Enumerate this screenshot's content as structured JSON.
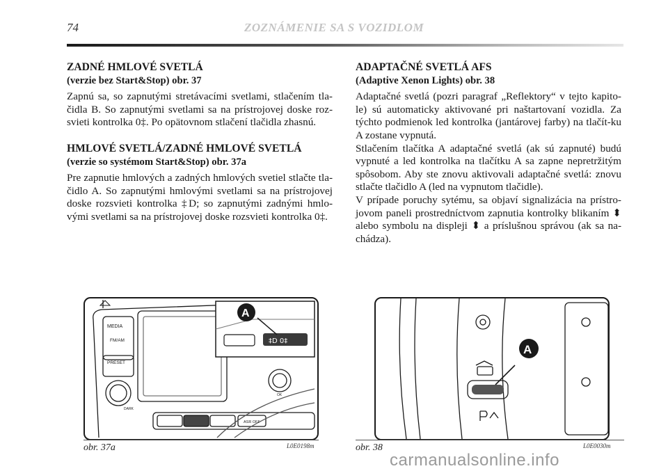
{
  "header": {
    "page_number": "74",
    "running_title": "ZOZNÁMENIE SA S VOZIDLOM"
  },
  "left": {
    "s1_title": "ZADNÉ HMLOVÉ SVETLÁ",
    "s1_sub": "(verzie bez Start&Stop) obr. 37",
    "s1_text": "Zapnú sa, so zapnutými stretávacími svetlami, stlačením tla-čidla B. So zapnutými svetlami sa na prístrojovej doske roz-svieti kontrolka 0‡. Po opätovnom stlačení tlačidla zhasnú.",
    "s2_title": "HMLOVÉ SVETLÁ/ZADNÉ HMLOVÉ SVETLÁ",
    "s2_sub": "(verzie so systémom Start&Stop) obr. 37a",
    "s2_text": "Pre zapnutie hmlových a zadných hmlových svetiel stlačte tla-čidlo A. So zapnutými hmlovými svetlami sa na prístrojovej doske rozsvieti kontrolka ‡D; so zapnutými zadnými hmlo-vými svetlami sa na prístrojovej doske rozsvieti kontrolka 0‡."
  },
  "right": {
    "title": "ADAPTAČNÉ SVETLÁ AFS",
    "sub": "(Adaptive Xenon Lights) obr. 38",
    "p1": "Adaptačné svetlá (pozri paragraf „Reflektory“ v tejto kapito-le) sú automaticky aktivované pri naštartovaní vozidla. Za týchto podmienok led kontrolka (jantárovej farby) na tlačít-ku A zostane vypnutá.",
    "p2": "Stlačením tlačítka A adaptačné svetlá (ak sú zapnuté) budú vypnuté a led kontrolka na tlačítku A sa zapne nepretržitým spôsobom. Aby ste znovu aktivovali adaptačné svetlá: znovu stlačte tlačidlo A (led na vypnutom tlačidle).",
    "p3": "V prípade poruchy sytému, sa objaví signalizácia na prístro-jovom paneli prostredníctvom zapnutia kontrolky blikaním ⬍ alebo symbolu na displeji ⬍ a príslušnou správou (ak sa na-chádza)."
  },
  "fig1": {
    "label": "obr. 37a",
    "code": "L0E0198m",
    "callout": "A",
    "media": "MEDIA",
    "fmam": "FM/AM",
    "preset": "PRESET",
    "dark": "DARK",
    "asr": "ASR OFF",
    "ok": "OK"
  },
  "fig2": {
    "label": "obr. 38",
    "code": "L0E0030m",
    "callout": "A"
  },
  "watermark": "carmanualsonline.info"
}
